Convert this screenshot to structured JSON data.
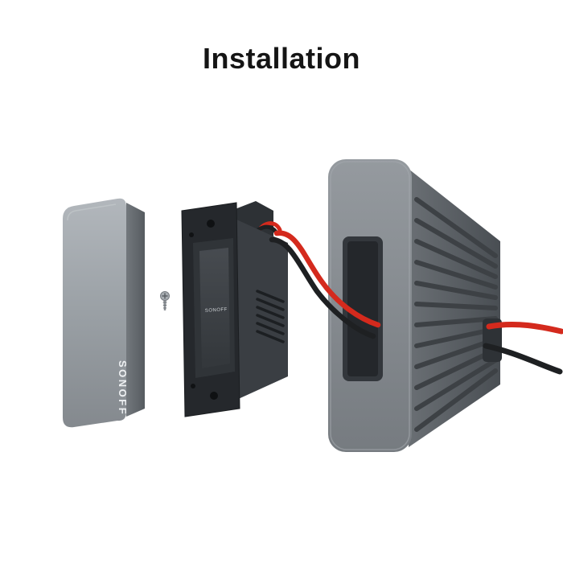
{
  "title": "Installation",
  "brand": "SONOFF",
  "brand_small": "SONOFF",
  "parts": {
    "faceplate": "faceplate-cover",
    "screw": "mounting-screw",
    "bracket": "mounting-bracket",
    "switch": "switch-module",
    "wires": "power-wires",
    "box": "wall-mount-box"
  },
  "colors": {
    "background": "#ffffff",
    "title_text": "#151515",
    "wire_red": "#d42a1d",
    "wire_black": "#1e2022",
    "faceplate_gray": "#9aa0a5",
    "box_gray": "#82878c",
    "dark_plastic": "#2b2f33"
  }
}
